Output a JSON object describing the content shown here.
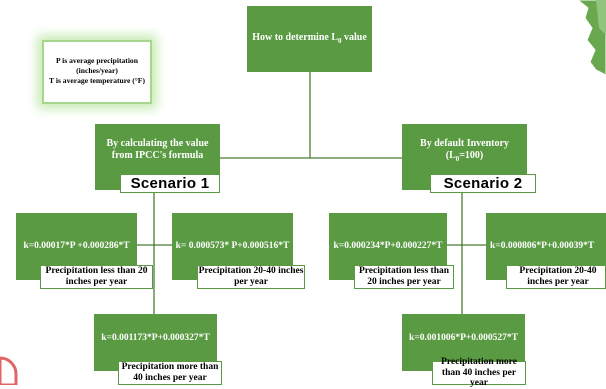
{
  "root": {
    "label": "How to determine L",
    "subscript": "0",
    "label_suffix": " value"
  },
  "legend": {
    "line1": "P is average precipitation",
    "line2": "(inches/year)",
    "line3": "T is average temperature (°F)"
  },
  "branch_left": {
    "label": "By calculating the value from IPCC's formula",
    "scenario": "Scenario 1"
  },
  "branch_right": {
    "label_line1": "By default Inventory",
    "label_open": "(L",
    "label_sub": "0",
    "label_close": "=100)",
    "scenario": "Scenario 2"
  },
  "scenario1": {
    "low": {
      "formula": "k=0.00017*P +0.000286*T",
      "condition": "Precipitation less than 20 inches per year"
    },
    "mid": {
      "formula": "k= 0.000573* P+0.000516*T",
      "condition": "Precipitation 20-40 inches per year"
    },
    "high": {
      "formula": "k=0.001173*P+0.000327*T",
      "condition": "Precipitation more than 40 inches per year"
    }
  },
  "scenario2": {
    "low": {
      "formula": "k=0.000234*P+0.000227*T",
      "condition": "Precipitation less than 20 inches per year"
    },
    "mid": {
      "formula": "k=0.000806*P+0.00039*T",
      "condition": "Precipitation 20-40 inches per year"
    },
    "high": {
      "formula": "k=0.001006*P+0.000527*T",
      "condition": "Precipitation more than 40 inches per year"
    }
  },
  "colors": {
    "box_fill": "#5a9a43",
    "border": "#5a9a43",
    "connector": "#4a7d36",
    "legend_glow": "#c8ecb6"
  }
}
